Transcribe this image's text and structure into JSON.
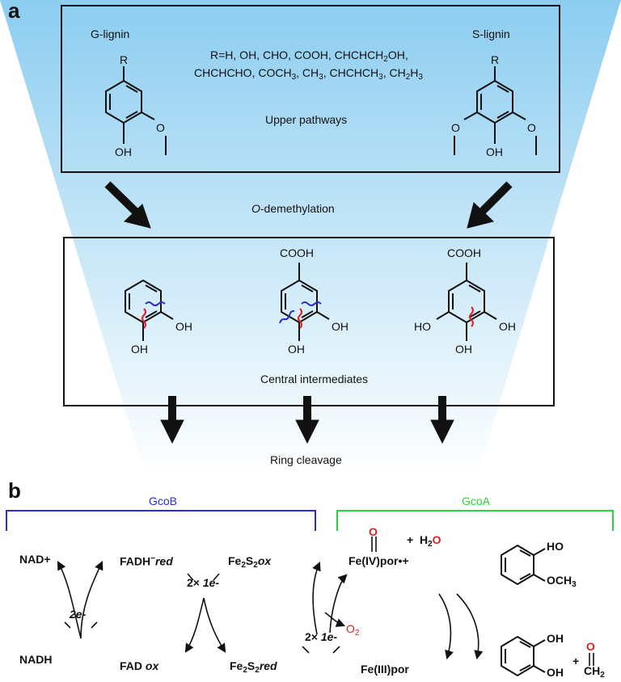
{
  "panel_a": {
    "label": "a",
    "g_lignin": "G-lignin",
    "s_lignin": "S-lignin",
    "r_atom": "R",
    "oh": "OH",
    "o": "O",
    "cooh": "COOH",
    "ho": "HO",
    "upper_pathways": "Upper pathways",
    "o_demethyl_italic": "O",
    "o_demethyl_rest": "-demethylation",
    "central": "Central intermediates",
    "ring_cleavage": "Ring cleavage"
  },
  "panel_b": {
    "label": "b",
    "gcob": "GcoB",
    "gcoa": "GcoA",
    "nad_plus": "NAD+",
    "nadh": "NADH",
    "two_e": "2e-",
    "fadh": "FADH",
    "fadh_sup": "−",
    "red": "red",
    "ox": "ox",
    "fe2s2": "Fe",
    "two_x": "2×",
    "one_e": "1e-",
    "fad": "FAD",
    "o_atom": "O",
    "plus": "+",
    "h": "H",
    "feiv": "Fe(IV)por•+",
    "o2": "O",
    "feiii": "Fe(III)por",
    "ho": "HO",
    "och3": "OCH",
    "oh": "OH",
    "ch": "CH",
    "sub2": "2",
    "sub3": "3"
  },
  "colors": {
    "red": "#e02020",
    "blue": "#2b2bd0",
    "green": "#2cd23c",
    "gradient": "#8ccdf0"
  }
}
